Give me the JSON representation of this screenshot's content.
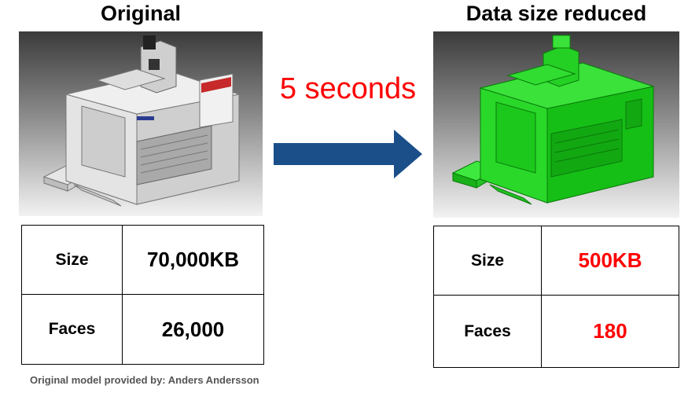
{
  "original": {
    "title": "Original",
    "size_label": "Size",
    "size_value": "70,000KB",
    "faces_label": "Faces",
    "faces_value": "26,000",
    "model_icon": "machining-center-model"
  },
  "transition": {
    "label": "5 seconds",
    "arrow_icon": "arrow-right-icon"
  },
  "reduced": {
    "title": "Data size reduced",
    "size_label": "Size",
    "size_value": "500KB",
    "faces_label": "Faces",
    "faces_value": "180",
    "model_icon": "reduced-machining-center-model"
  },
  "credit": "Original model provided by: Anders Andersson",
  "colors": {
    "arrow": "#1a4f8a",
    "highlight": "#ff0000",
    "reduced_model": "#1fd11f"
  }
}
